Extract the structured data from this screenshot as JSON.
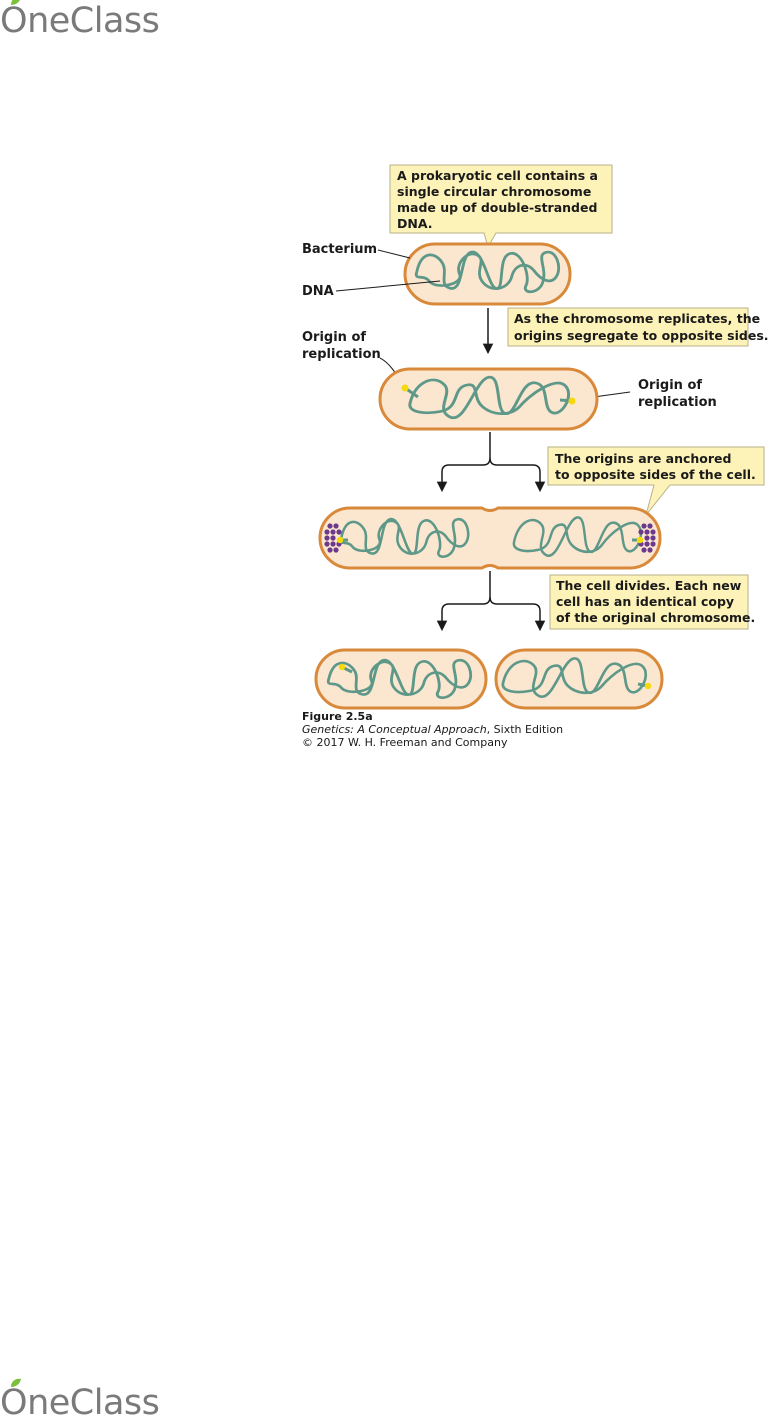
{
  "brand": {
    "name": "OneClass",
    "name_prefix": "O",
    "name_rest": "neClass"
  },
  "diagram": {
    "callouts": {
      "intro": [
        "A prokaryotic cell contains a",
        "single circular chromosome",
        "made up of double-stranded",
        "DNA."
      ],
      "segregate": [
        "As the chromosome replicates, the",
        "origins segregate to opposite sides."
      ],
      "anchored": [
        "The origins are anchored",
        "to opposite sides of the cell."
      ],
      "divides": [
        "The cell divides. Each new",
        "cell has an identical copy",
        "of the original chromosome."
      ]
    },
    "labels": {
      "bacterium": "Bacterium",
      "dna": "DNA",
      "origin_left": [
        "Origin of",
        "replication"
      ],
      "origin_right": [
        "Origin of",
        "replication"
      ]
    }
  },
  "caption": {
    "figure": "Figure 2.5a",
    "book_title": "Genetics: A Conceptual Approach",
    "book_edition": ", Sixth Edition",
    "copyright": "© 2017 W. H. Freeman and Company"
  },
  "colors": {
    "callout_fill": "#fdf3b8",
    "cell_fill": "#fbe6d0",
    "cell_stroke": "#d9893a",
    "dna_stroke": "#5e9889",
    "origin_marker": "#f5d90a",
    "anchor_protein": "#6c3a8c",
    "brand_leaf": "#7cbf3a"
  }
}
